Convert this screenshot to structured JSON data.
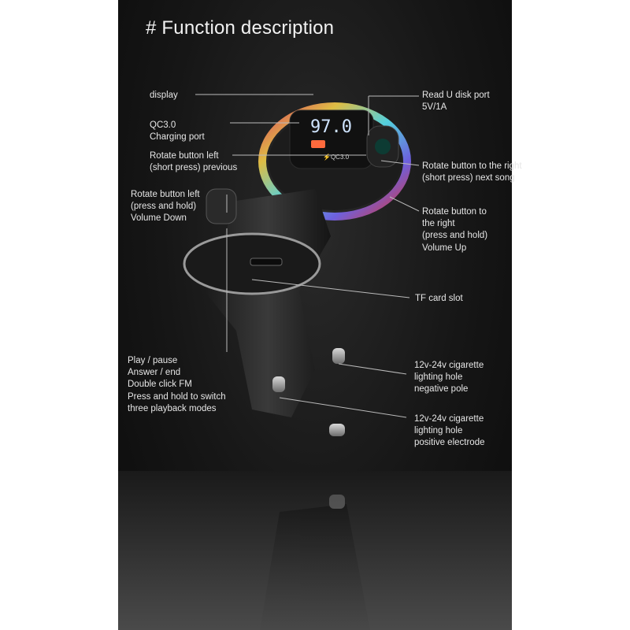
{
  "title": "# Function description",
  "device": {
    "display_reading": "97.0",
    "qc_badge": "⚡QC3.0"
  },
  "labels": {
    "display": "display",
    "qc_port": "QC3.0\nCharging port",
    "rotate_left_short": "Rotate button left\n(short press) previous",
    "rotate_left_hold": "Rotate button left\n(press and hold)\nVolume Down",
    "play_pause": "Play / pause\nAnswer / end\nDouble click FM\nPress and hold to switch\nthree playback modes",
    "u_disk": "Read U disk port\n5V/1A",
    "rotate_right_short": "Rotate button to the right\n(short press) next song",
    "rotate_right_hold": "Rotate button to\nthe right\n(press and hold)\nVolume Up",
    "tf_card": "TF card slot",
    "neg_pole": "12v-24v cigarette\nlighting hole\nnegative pole",
    "pos_pole": "12v-24v cigarette\n lighting hole\npositive electrode"
  },
  "colors": {
    "background": "#161616",
    "text": "#e6e6e6",
    "display_digits": "#cfe4ff",
    "qc_accent": "#ff6a3d"
  }
}
